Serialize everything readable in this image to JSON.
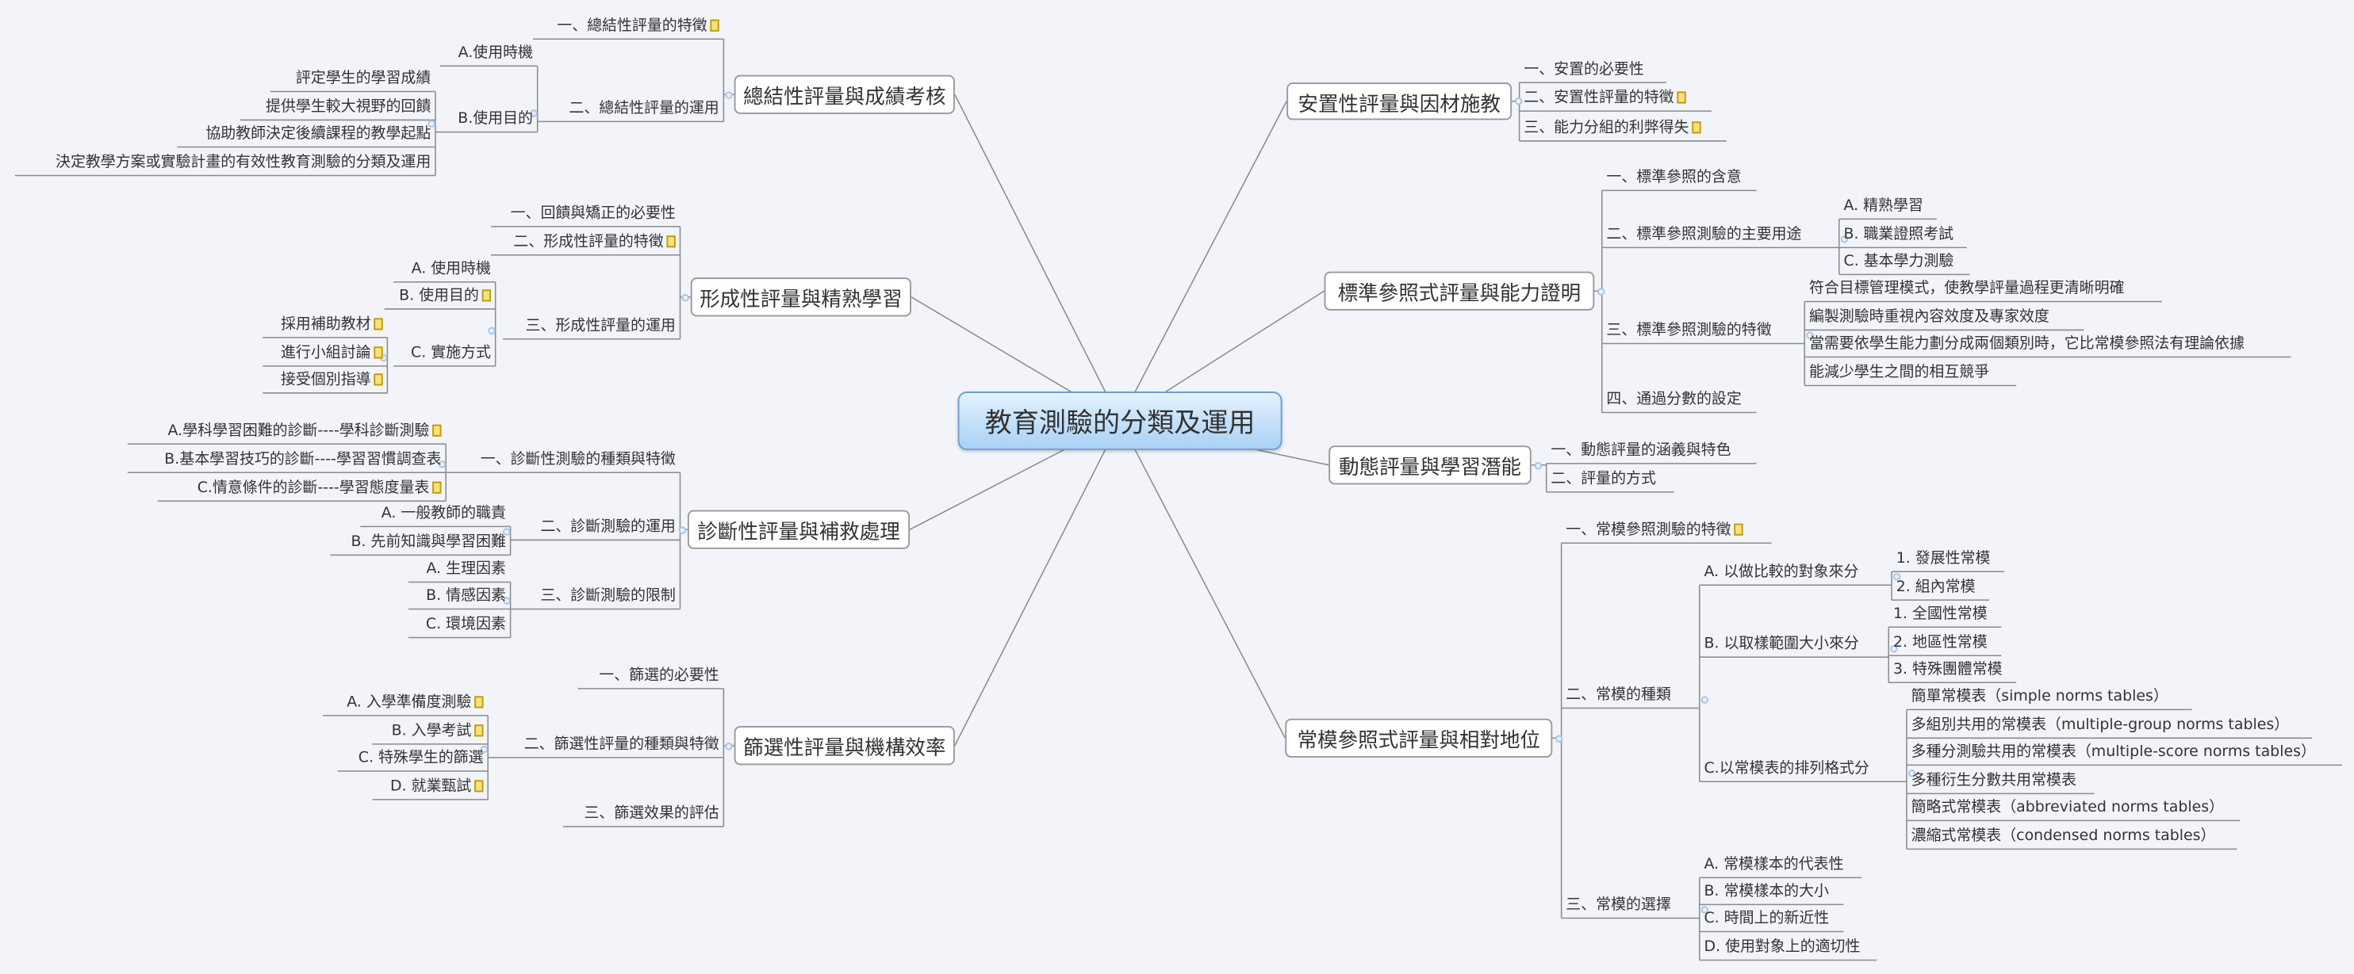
{
  "central": {
    "label": "教育測驗的分類及運用"
  },
  "colors": {
    "background": "#f2f4f9",
    "center_fill": "#a9d1f5",
    "line": "#8a8a8a",
    "note_icon": "#f7e27a"
  },
  "topics": [
    {
      "label": "總結性評量與成績考核",
      "children": [
        {
          "label": "一、總結性評量的特徵",
          "note": true
        },
        {
          "label": "二、總結性評量的運用",
          "children": [
            {
              "label": "A.使用時機"
            },
            {
              "label": "B.使用目的",
              "children": [
                {
                  "label": "評定學生的學習成績"
                },
                {
                  "label": "提供學生較大視野的回饋"
                },
                {
                  "label": "協助教師決定後續課程的教學起點"
                },
                {
                  "label": "決定教學方案或實驗計畫的有效性教育測驗的分類及運用"
                }
              ]
            }
          ]
        }
      ]
    },
    {
      "label": "形成性評量與精熟學習",
      "children": [
        {
          "label": "一、回饋與矯正的必要性"
        },
        {
          "label": "二、形成性評量的特徵",
          "note": true
        },
        {
          "label": "三、形成性評量的運用",
          "children": [
            {
              "label": "A. 使用時機"
            },
            {
              "label": "B. 使用目的",
              "note": true
            },
            {
              "label": "C. 實施方式",
              "children": [
                {
                  "label": "採用補助教材",
                  "note": true
                },
                {
                  "label": "進行小組討論",
                  "note": true
                },
                {
                  "label": "接受個別指導",
                  "note": true
                }
              ]
            }
          ]
        }
      ]
    },
    {
      "label": "診斷性評量與補救處理",
      "children": [
        {
          "label": "一、診斷性測驗的種類與特徵",
          "children": [
            {
              "label": "A.學科學習困難的診斷----學科診斷測驗",
              "note": true
            },
            {
              "label": "B.基本學習技巧的診斷----學習習慣調查表"
            },
            {
              "label": "C.情意條件的診斷----學習態度量表",
              "note": true
            }
          ]
        },
        {
          "label": "二、診斷測驗的運用",
          "children": [
            {
              "label": "A. 一般教師的職責"
            },
            {
              "label": "B. 先前知識與學習困難"
            }
          ]
        },
        {
          "label": "三、診斷測驗的限制",
          "children": [
            {
              "label": "A. 生理因素"
            },
            {
              "label": "B. 情感因素"
            },
            {
              "label": "C. 環境因素"
            }
          ]
        }
      ]
    },
    {
      "label": "篩選性評量與機構效率",
      "children": [
        {
          "label": "一、篩選的必要性"
        },
        {
          "label": "二、篩選性評量的種類與特徵",
          "children": [
            {
              "label": "A. 入學準備度測驗",
              "note": true
            },
            {
              "label": "B. 入學考試",
              "note": true
            },
            {
              "label": "C. 特殊學生的篩選"
            },
            {
              "label": "D. 就業甄試",
              "note": true
            }
          ]
        },
        {
          "label": "三、篩選效果的評估"
        }
      ]
    },
    {
      "label": "安置性評量與因材施教",
      "children": [
        {
          "label": "一、安置的必要性"
        },
        {
          "label": "二、安置性評量的特徵",
          "note": true
        },
        {
          "label": "三、能力分組的利弊得失",
          "note": true
        }
      ]
    },
    {
      "label": "標準參照式評量與能力證明",
      "children": [
        {
          "label": "一、標準參照的含意"
        },
        {
          "label": "二、標準參照測驗的主要用途",
          "children": [
            {
              "label": "A. 精熟學習"
            },
            {
              "label": "B. 職業證照考試"
            },
            {
              "label": "C. 基本學力測驗"
            }
          ]
        },
        {
          "label": "三、標準參照測驗的特徵",
          "children": [
            {
              "label": "符合目標管理模式，使教學評量過程更清晰明確"
            },
            {
              "label": "編製測驗時重視內容效度及專家效度"
            },
            {
              "label": "當需要依學生能力劃分成兩個類別時，它比常模參照法有理論依據"
            },
            {
              "label": "能減少學生之間的相互競爭"
            }
          ]
        },
        {
          "label": "四、通過分數的設定"
        }
      ]
    },
    {
      "label": "動態評量與學習潛能",
      "children": [
        {
          "label": "一、動態評量的涵義與特色"
        },
        {
          "label": "二、評量的方式"
        }
      ]
    },
    {
      "label": "常模參照式評量與相對地位",
      "children": [
        {
          "label": "一、常模參照測驗的特徵",
          "note": true
        },
        {
          "label": "二、常模的種類",
          "children": [
            {
              "label": "A. 以做比較的對象來分",
              "children": [
                {
                  "label": "1. 發展性常模"
                },
                {
                  "label": "2. 組內常模"
                }
              ]
            },
            {
              "label": "B. 以取樣範圍大小來分",
              "children": [
                {
                  "label": "1. 全國性常模"
                },
                {
                  "label": "2. 地區性常模"
                },
                {
                  "label": "3. 特殊團體常模"
                }
              ]
            },
            {
              "label": "C.以常模表的排列格式分",
              "children": [
                {
                  "label": "簡單常模表（simple norms tables）"
                },
                {
                  "label": "多組別共用的常模表（multiple-group norms tables）"
                },
                {
                  "label": "多種分測驗共用的常模表（multiple-score norms tables）"
                },
                {
                  "label": "多種衍生分數共用常模表"
                },
                {
                  "label": "簡略式常模表（abbreviated norms tables）"
                },
                {
                  "label": "濃縮式常模表（condensed norms  tables）"
                }
              ]
            }
          ]
        },
        {
          "label": "三、常模的選擇",
          "children": [
            {
              "label": "A. 常模樣本的代表性"
            },
            {
              "label": "B. 常模樣本的大小"
            },
            {
              "label": "C. 時間上的新近性"
            },
            {
              "label": "D. 使用對象上的適切性"
            }
          ]
        }
      ]
    }
  ]
}
